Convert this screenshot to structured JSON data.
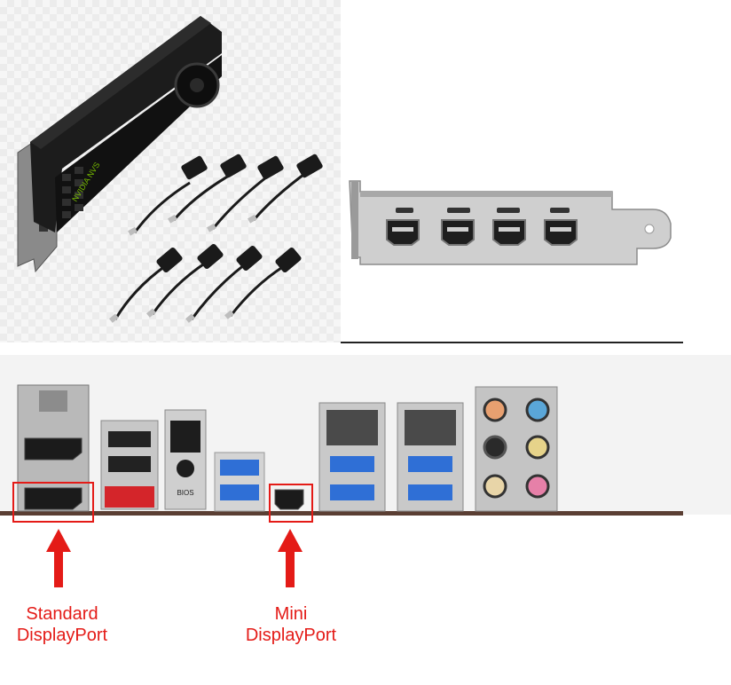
{
  "brand_text": "NVIDIA NVS",
  "io_panel": {
    "bios_label": "BIOS",
    "standard_label_line1": "Standard",
    "standard_label_line2": "DisplayPort",
    "mini_label_line1": "Mini",
    "mini_label_line2": "DisplayPort"
  },
  "colors": {
    "highlight": "#e41b17",
    "usb3_blue": "#2f6fd6",
    "card_body": "#202020",
    "bracket_silver": "#c8c8c8"
  }
}
